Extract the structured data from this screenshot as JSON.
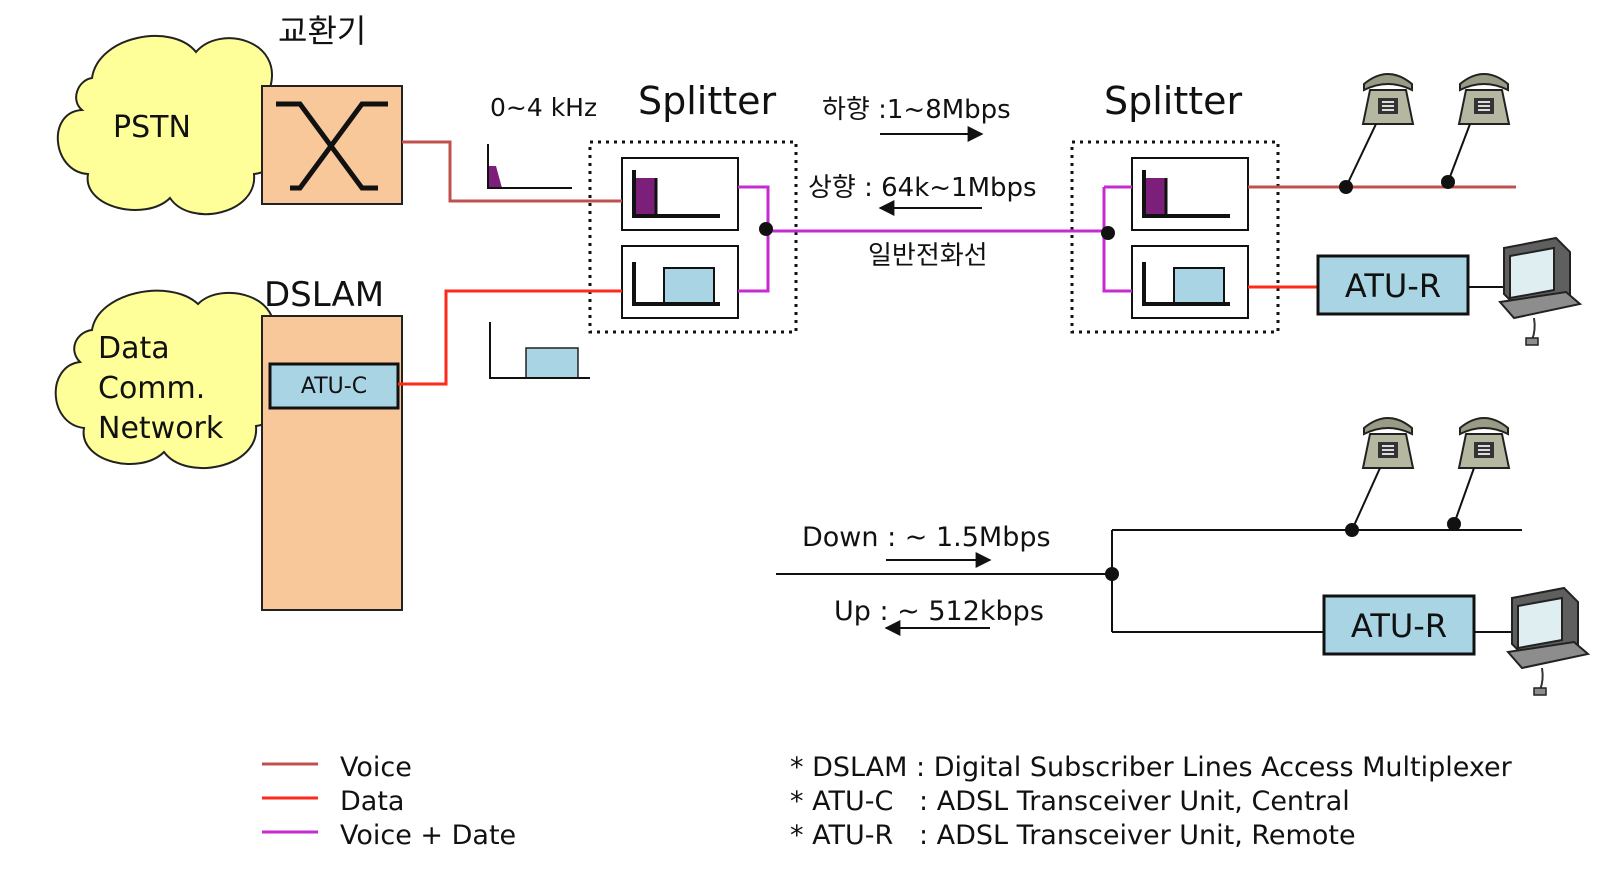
{
  "labels": {
    "exchange_title": "교환기",
    "pstn": "PSTN",
    "dslam_title": "DSLAM",
    "data_network": [
      "Data",
      "Comm.",
      "Network"
    ],
    "atu_c": "ATU-C",
    "freq_band": "0~4 kHz",
    "splitter_left": "Splitter",
    "splitter_right": "Splitter",
    "downstream_kr": "하향 :1~8Mbps",
    "upstream_kr": "상향 : 64k~1Mbps",
    "phone_line": "일반전화선",
    "atu_r_top": "ATU-R",
    "atu_r_bottom": "ATU-R",
    "down_en": "Down : ~ 1.5Mbps",
    "up_en": "Up : ~ 512kbps"
  },
  "legend": [
    {
      "label": "Voice",
      "color": "#c0504d"
    },
    {
      "label": "Data",
      "color": "#ff2a1a"
    },
    {
      "label": "Voice + Date",
      "color": "#c62bd1"
    }
  ],
  "notes": [
    "* DSLAM : Digital Subscriber Lines Access Multiplexer",
    "* ATU-C   : ADSL Transceiver Unit, Central",
    "* ATU-R   : ADSL Transceiver Unit, Remote"
  ],
  "colors": {
    "cloud_fill": "#ffff99",
    "box_fill": "#f9c89a",
    "atu_fill": "#a9d4e4",
    "voice_filter_fill": "#7b1f7a",
    "voice_line": "#c0504d",
    "data_line": "#ff2a1a",
    "combined_line": "#c62bd1"
  },
  "icons": {
    "telephone": "telephone-icon",
    "computer": "computer-icon",
    "switch": "crossbar-switch-icon",
    "cloud": "cloud-icon"
  }
}
